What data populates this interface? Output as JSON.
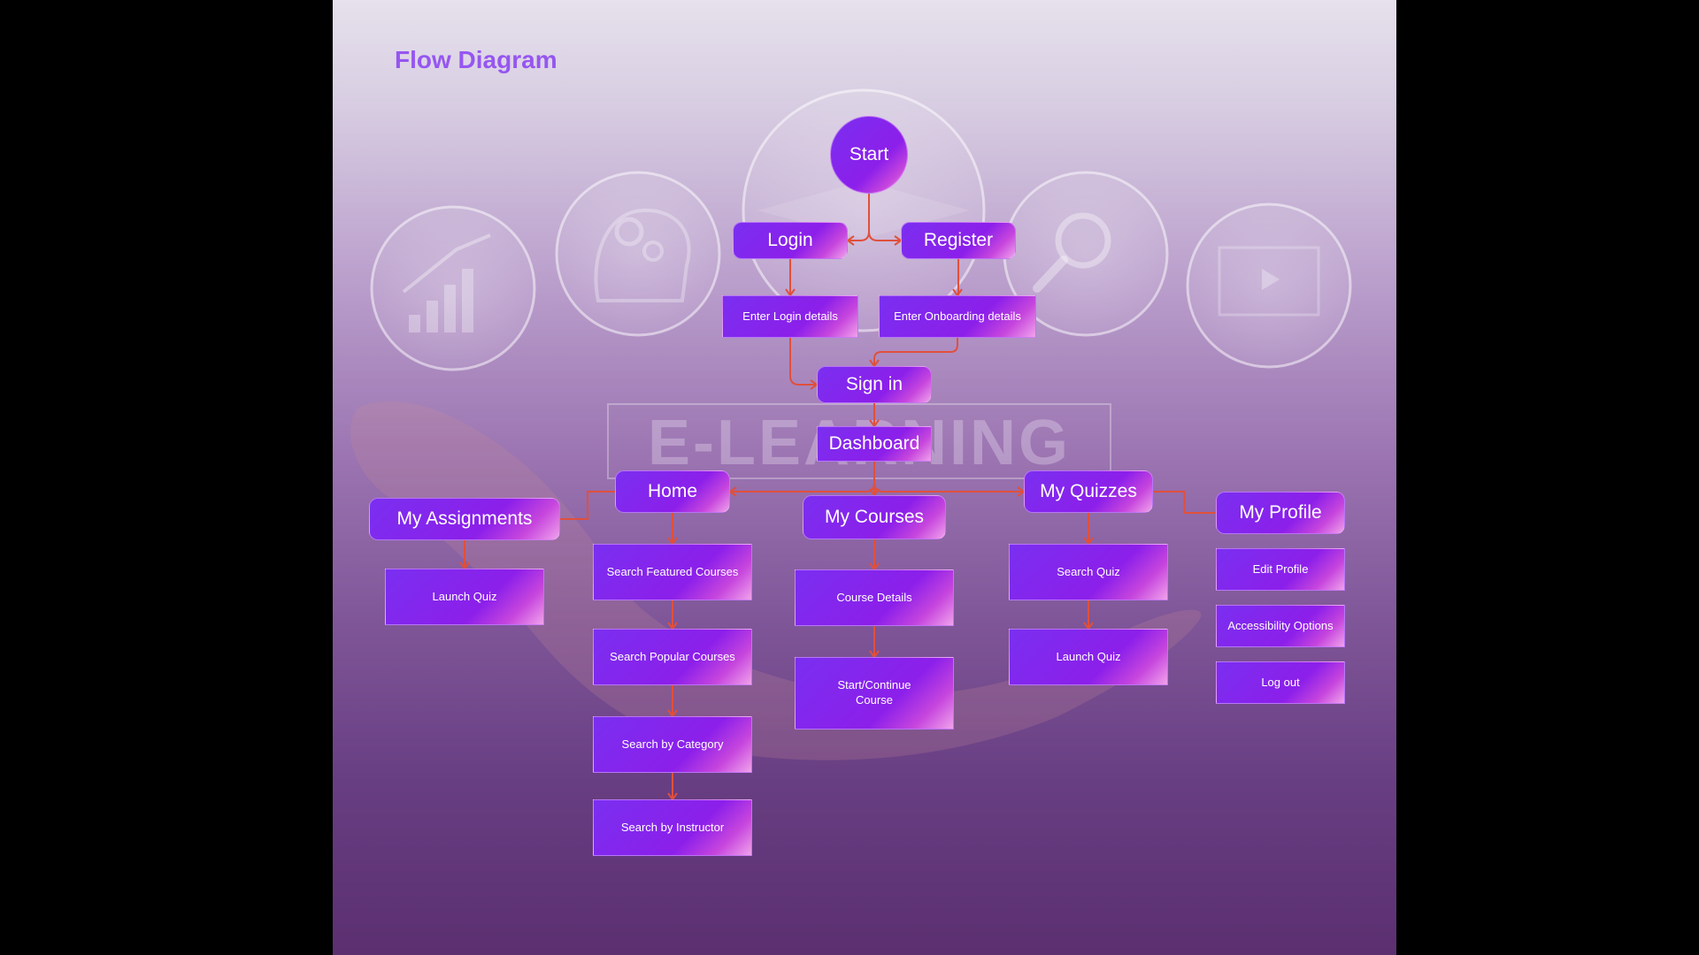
{
  "diagram": {
    "title": "Flow Diagram",
    "watermark": "E-LEARNING",
    "accent_color": "#9656f0",
    "connector_color": "#e0503c",
    "background_icons": [
      "growth-chart-icon",
      "gear-head-icon",
      "graduation-cap-icon",
      "magnifier-icon",
      "video-player-icon"
    ],
    "nodes": {
      "start": "Start",
      "login": "Login",
      "register": "Register",
      "enter_login": "Enter Login details",
      "enter_onboarding": "Enter Onboarding details",
      "sign_in": "Sign in",
      "dashboard": "Dashboard",
      "home": "Home",
      "my_assignments": "My Assignments",
      "my_courses": "My Courses",
      "my_quizzes": "My Quizzes",
      "my_profile": "My Profile",
      "assign_launch_quiz": "Launch Quiz",
      "search_featured": "Search Featured Courses",
      "search_popular": "Search Popular Courses",
      "search_category": "Search by Category",
      "search_instructor": "Search by Instructor",
      "course_details": "Course Details",
      "start_continue": "Start/Continue Course",
      "search_quiz": "Search Quiz",
      "quiz_launch_quiz": "Launch Quiz",
      "edit_profile": "Edit Profile",
      "accessibility": "Accessibility Options",
      "log_out": "Log out"
    },
    "edges": [
      [
        "start",
        "login"
      ],
      [
        "start",
        "register"
      ],
      [
        "login",
        "enter_login"
      ],
      [
        "register",
        "enter_onboarding"
      ],
      [
        "enter_login",
        "sign_in"
      ],
      [
        "enter_onboarding",
        "sign_in"
      ],
      [
        "sign_in",
        "dashboard"
      ],
      [
        "dashboard",
        "home"
      ],
      [
        "dashboard",
        "my_courses"
      ],
      [
        "dashboard",
        "my_quizzes"
      ],
      [
        "home",
        "my_assignments"
      ],
      [
        "my_quizzes",
        "my_profile"
      ],
      [
        "my_assignments",
        "assign_launch_quiz"
      ],
      [
        "home",
        "search_featured"
      ],
      [
        "search_featured",
        "search_popular"
      ],
      [
        "search_popular",
        "search_category"
      ],
      [
        "search_category",
        "search_instructor"
      ],
      [
        "my_courses",
        "course_details"
      ],
      [
        "course_details",
        "start_continue"
      ],
      [
        "my_quizzes",
        "search_quiz"
      ],
      [
        "search_quiz",
        "quiz_launch_quiz"
      ]
    ]
  }
}
